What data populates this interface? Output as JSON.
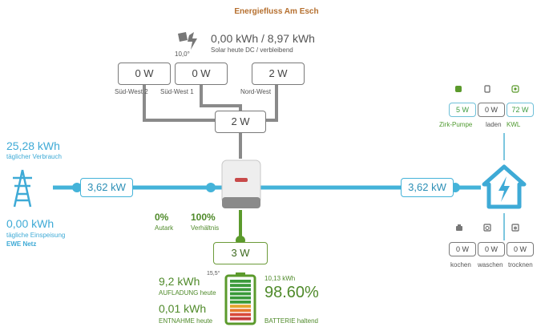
{
  "header": {
    "title": "Energiefluss Am Esch"
  },
  "solar": {
    "value": "0,00 kWh / 8,97 kWh",
    "label": "Solar heute DC / verbleibend",
    "angle": "10,0°"
  },
  "strings": [
    {
      "value": "0 W",
      "label": "Süd-West 2"
    },
    {
      "value": "0 W",
      "label": "Süd-West 1"
    },
    {
      "value": "2 W",
      "label": "Nord-West"
    }
  ],
  "inverter": {
    "value": "2 W"
  },
  "grid": {
    "consumption_value": "25,28 kWh",
    "consumption_label": "täglicher Verbrauch",
    "feed_value": "0,00 kWh",
    "feed_label": "tägliche Einspeisung",
    "name": "EWE Netz",
    "flow": "3,62 kW"
  },
  "house": {
    "flow": "3,62 kW"
  },
  "ratios": {
    "autark_value": "0%",
    "autark_label": "Autark",
    "ratio_value": "100%",
    "ratio_label": "Verhältnis"
  },
  "battery": {
    "flow": "3 W",
    "temp": "15,5°",
    "charge_value": "9,2 kWh",
    "charge_label": "AUFLADUNG heute",
    "discharge_value": "0,01 kWh",
    "discharge_label": "ENTNAHME heute",
    "capacity": "10,13 kWh",
    "percent": "98.60%",
    "status": "BATTERIE haltend",
    "level": 0.986
  },
  "devices_top": [
    {
      "value": "5 W",
      "label": "Zirk-Pumpe"
    },
    {
      "value": "0 W",
      "label": "laden"
    },
    {
      "value": "72 W",
      "label": "KWL"
    }
  ],
  "devices_bottom": [
    {
      "value": "0 W",
      "label": "kochen"
    },
    {
      "value": "0 W",
      "label": "waschen"
    },
    {
      "value": "0 W",
      "label": "trocknen"
    }
  ]
}
